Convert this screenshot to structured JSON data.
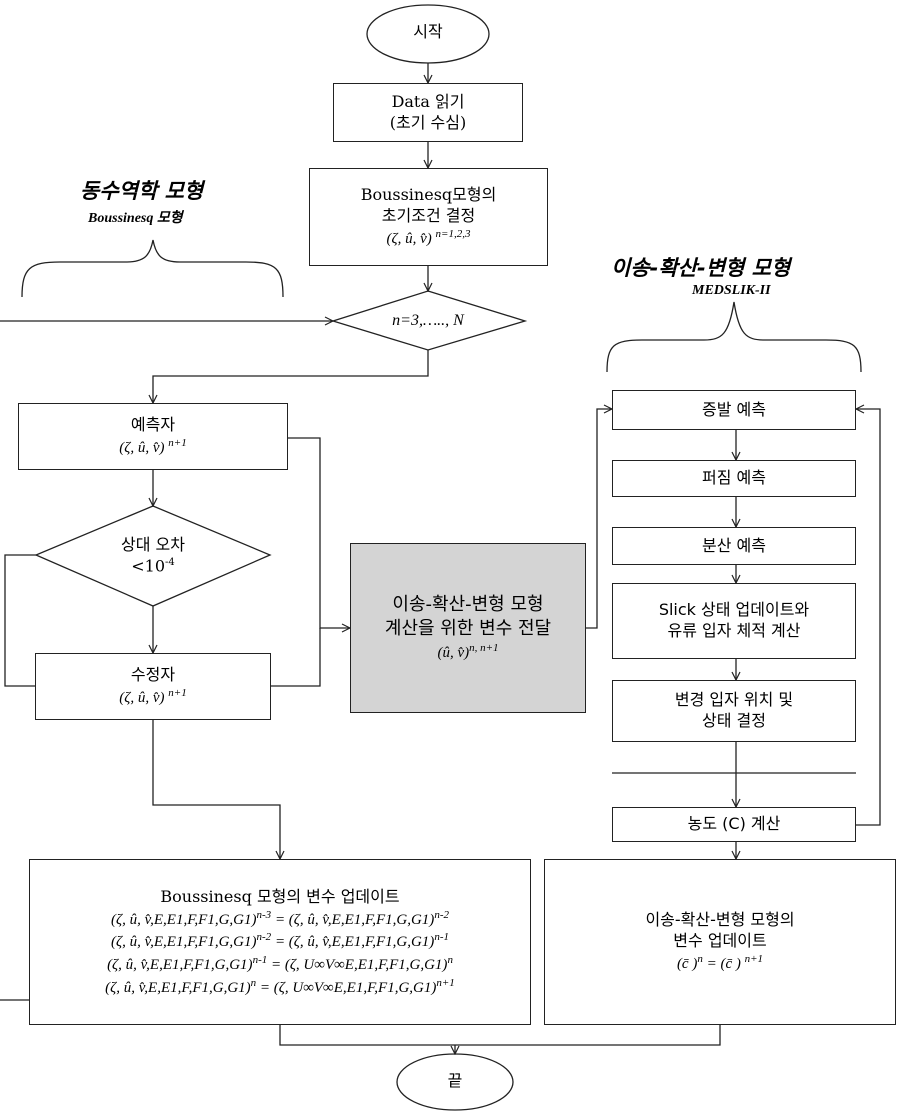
{
  "start": "시작",
  "end": "끝",
  "read_data": [
    "Data 읽기",
    "(초기 수심)"
  ],
  "init": {
    "line1": "Boussinesq모형의",
    "line2": "초기조건 결정",
    "vars": "(ζ, û, v̂)",
    "sup": "n=1,2,3"
  },
  "loop": {
    "text": "n=3,….., N"
  },
  "left_group": {
    "title": "동수역학 모형",
    "subtitle": "Boussinesq 모형"
  },
  "right_group": {
    "title": "이송-확산-변형 모형",
    "subtitle": "MEDSLIK-II"
  },
  "predictor": {
    "label": "예측자",
    "vars": "(ζ, û, v̂)",
    "sup": "n+1"
  },
  "error_check": {
    "label": "상대 오차",
    "threshold": "<10",
    "threshold_sup": "-4"
  },
  "corrector": {
    "label": "수정자",
    "vars": "(ζ, û, v̂)",
    "sup": "n+1"
  },
  "transfer": {
    "line1": "이송-확산-변형 모형",
    "line2": "계산을 위한 변수 전달",
    "vars": "(û, v̂)",
    "sup": "n, n+1"
  },
  "steps": [
    "증발 예측",
    "퍼짐 예측",
    "분산 예측"
  ],
  "slick": [
    "Slick 상태 업데이트와",
    "유류 입자 체적 계산"
  ],
  "particle": [
    "변경 입자 위치 및",
    "상태 결정"
  ],
  "concentration": "농도 (C) 계산",
  "bous_update": {
    "title": "Boussinesq  모형의 변수 업데이트",
    "eq1": {
      "lhs": "(ζ, û, v̂,E,E1,F,F1,G,G1)",
      "lsup": "n-3",
      "rhs": "= (ζ, û, v̂,E,E1,F,F1,G,G1)",
      "rsup": "n-2"
    },
    "eq2": {
      "lhs": "(ζ, û, v̂,E,E1,F,F1,G,G1)",
      "lsup": "n-2",
      "rhs": "= (ζ, û, v̂,E,E1,F,F1,G,G1)",
      "rsup": "n-1"
    },
    "eq3": {
      "lhs": "(ζ, û, v̂,E,E1,F,F1,G,G1)",
      "lsup": "n-1",
      "rhs": "= (ζ, U∞V∞E,E1,F,F1,G,G1)",
      "rsup": "n"
    },
    "eq4": {
      "lhs": "(ζ, û, v̂,E,E1,F,F1,G,G1)",
      "lsup": "n",
      "rhs": "= (ζ, U∞V∞E,E1,F,F1,G,G1)",
      "rsup": "n+1"
    }
  },
  "ads_update": {
    "line1": "이송-확산-변형 모형의",
    "line2": "변수 업데이트",
    "lhs": "(c̄ )",
    "lsup": "n",
    "rhs": "= (c̄ )",
    "rsup": "n+1"
  }
}
